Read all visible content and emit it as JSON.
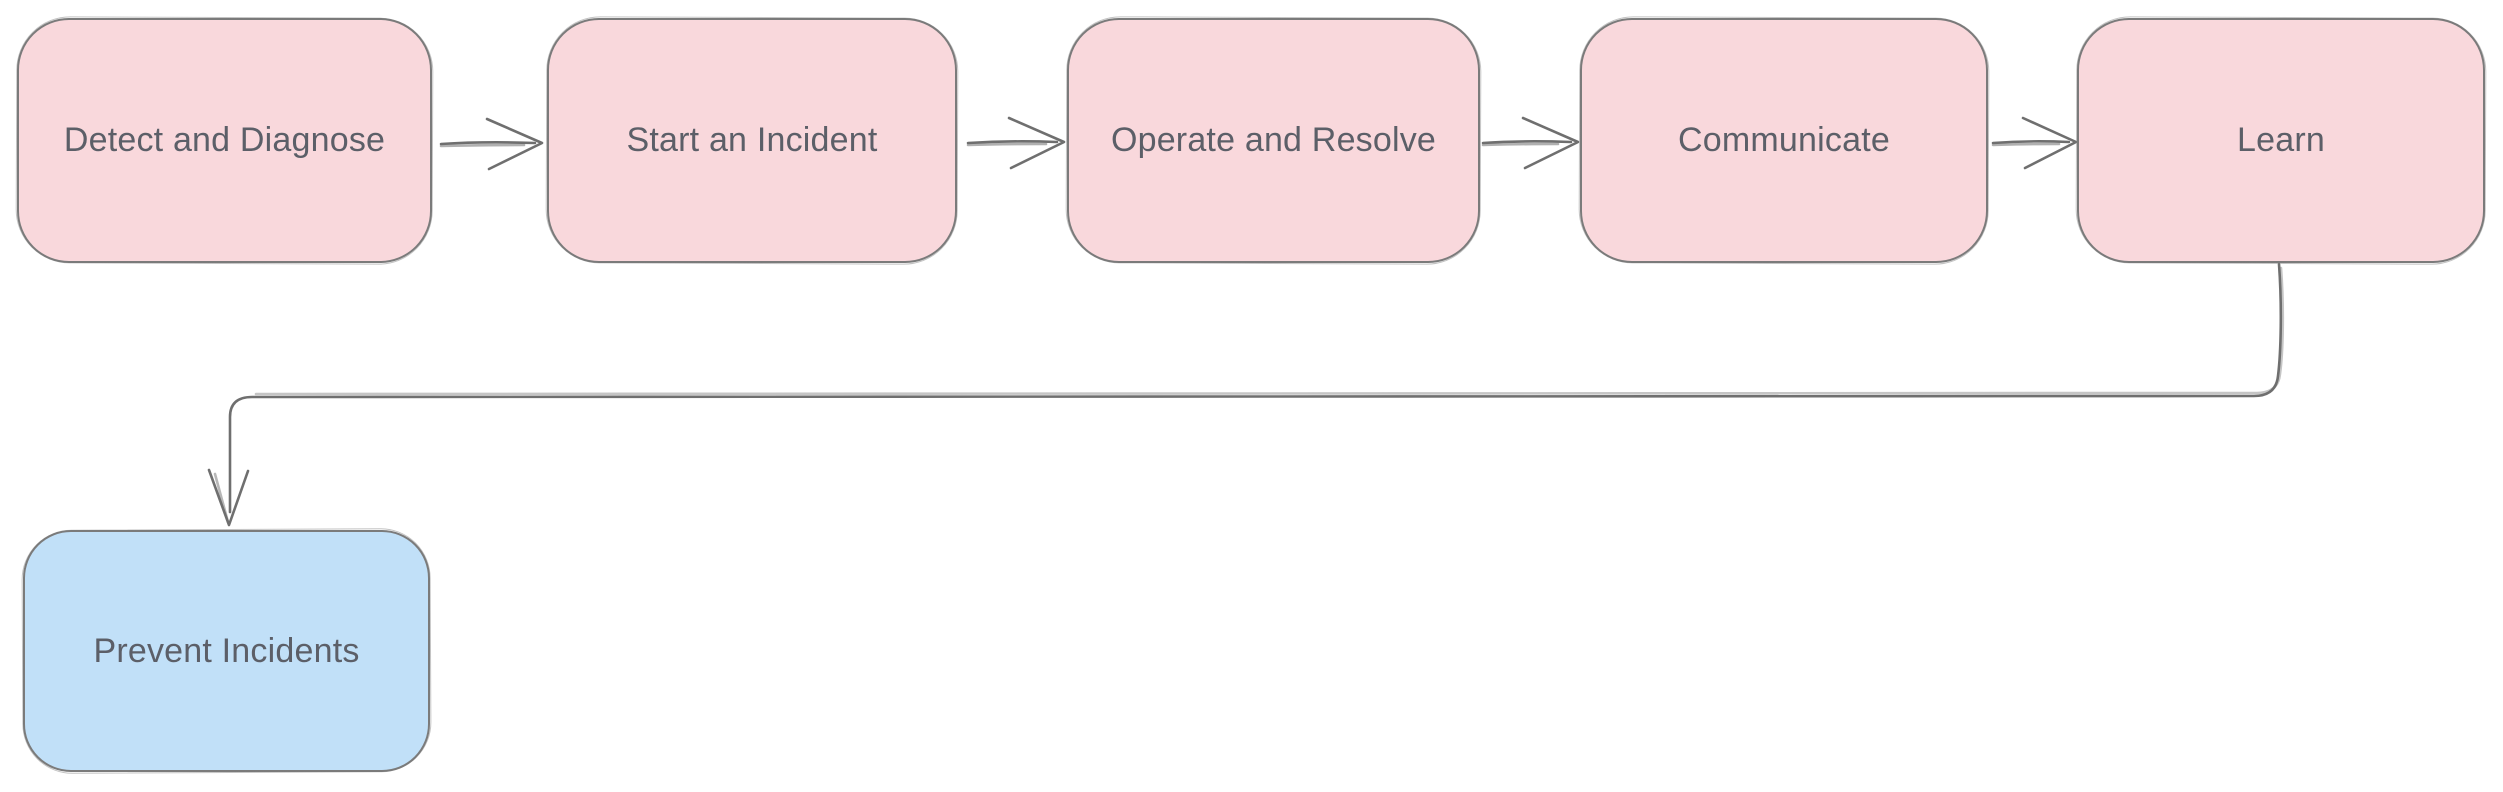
{
  "diagram": {
    "type": "flowchart",
    "style": "hand-drawn",
    "colors": {
      "step_fill": "#f9d8dc",
      "outcome_fill": "#c1e0f8",
      "stroke": "#7b7b7b",
      "connector": "#6f6f6f",
      "text": "#5c5f68",
      "background": "#ffffff"
    },
    "nodes": [
      {
        "id": "detect",
        "label": "Detect and Diagnose",
        "kind": "step"
      },
      {
        "id": "start",
        "label": "Start an Incident",
        "kind": "step"
      },
      {
        "id": "operate",
        "label": "Operate and Resolve",
        "kind": "step"
      },
      {
        "id": "communicate",
        "label": "Communicate",
        "kind": "step"
      },
      {
        "id": "learn",
        "label": "Learn",
        "kind": "step"
      },
      {
        "id": "prevent",
        "label": "Prevent Incidents",
        "kind": "outcome"
      }
    ],
    "connections": [
      {
        "from": "Detect and Diagnose",
        "to": "Start an Incident"
      },
      {
        "from": "Start an Incident",
        "to": "Operate and Resolve"
      },
      {
        "from": "Operate and Resolve",
        "to": "Communicate"
      },
      {
        "from": "Communicate",
        "to": "Learn"
      },
      {
        "from": "Learn",
        "to": "Prevent Incidents"
      }
    ]
  }
}
